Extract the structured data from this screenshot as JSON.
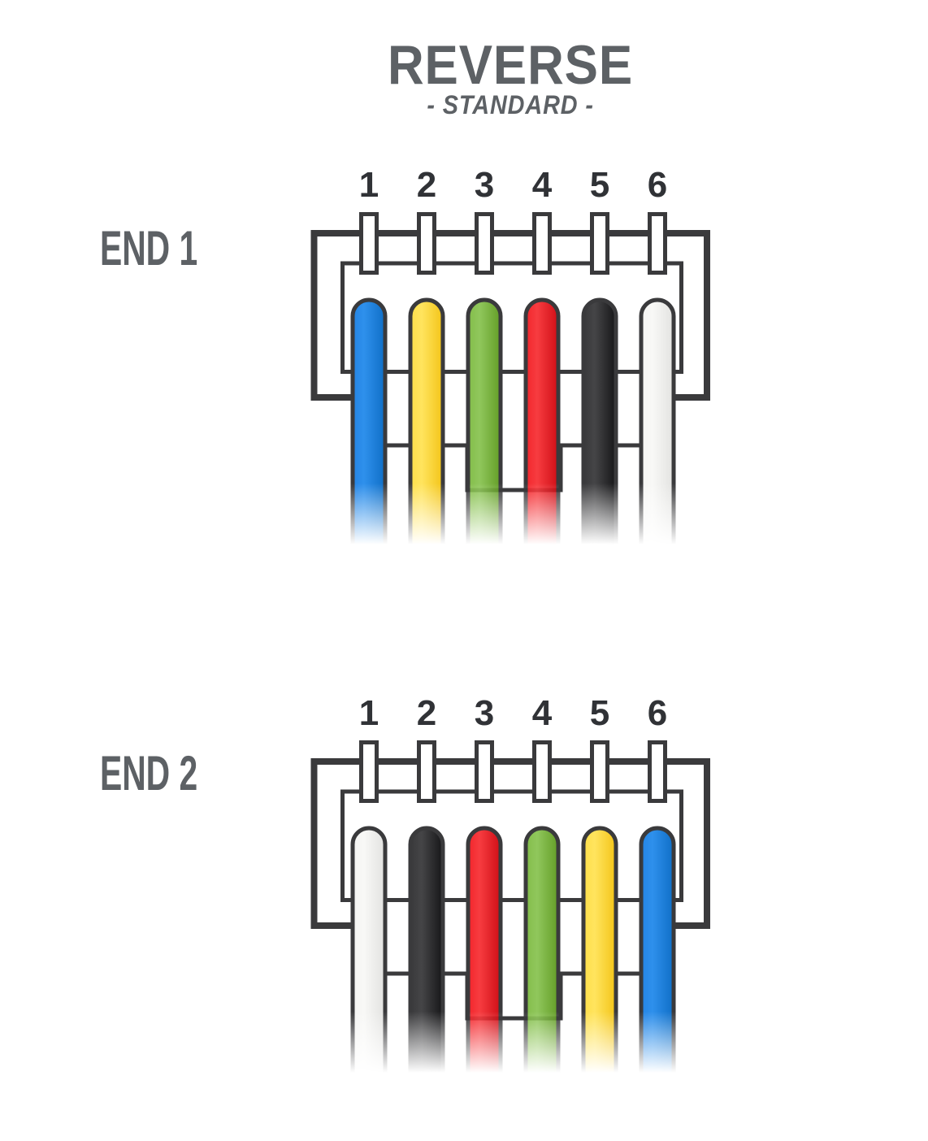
{
  "title": {
    "text": "REVERSE",
    "subtitle": "- STANDARD -"
  },
  "colors": {
    "background": "#ffffff",
    "outline": "#3a3a3c",
    "label_gray": "#5d6165",
    "pin_number": "#303236",
    "wire_palette": {
      "blue": {
        "from": "#2484e4",
        "mid": "#2e90ec",
        "to": "#0f6ec6"
      },
      "yellow": {
        "from": "#fedf4a",
        "mid": "#ffe45e",
        "to": "#f3c417"
      },
      "green": {
        "from": "#83bd4a",
        "mid": "#90c75c",
        "to": "#639d27"
      },
      "red": {
        "from": "#f2252b",
        "mid": "#f73c40",
        "to": "#cf0e16"
      },
      "black": {
        "from": "#39393b",
        "mid": "#454547",
        "to": "#161618"
      },
      "white": {
        "from": "#f4f4f2",
        "mid": "#f8f8f6",
        "to": "#e2e2e0"
      }
    }
  },
  "ends": [
    {
      "label": "END 1",
      "pins": [
        "1",
        "2",
        "3",
        "4",
        "5",
        "6"
      ],
      "wires": [
        "blue",
        "yellow",
        "green",
        "red",
        "black",
        "white"
      ]
    },
    {
      "label": "END 2",
      "pins": [
        "1",
        "2",
        "3",
        "4",
        "5",
        "6"
      ],
      "wires": [
        "white",
        "black",
        "red",
        "green",
        "yellow",
        "blue"
      ]
    }
  ]
}
